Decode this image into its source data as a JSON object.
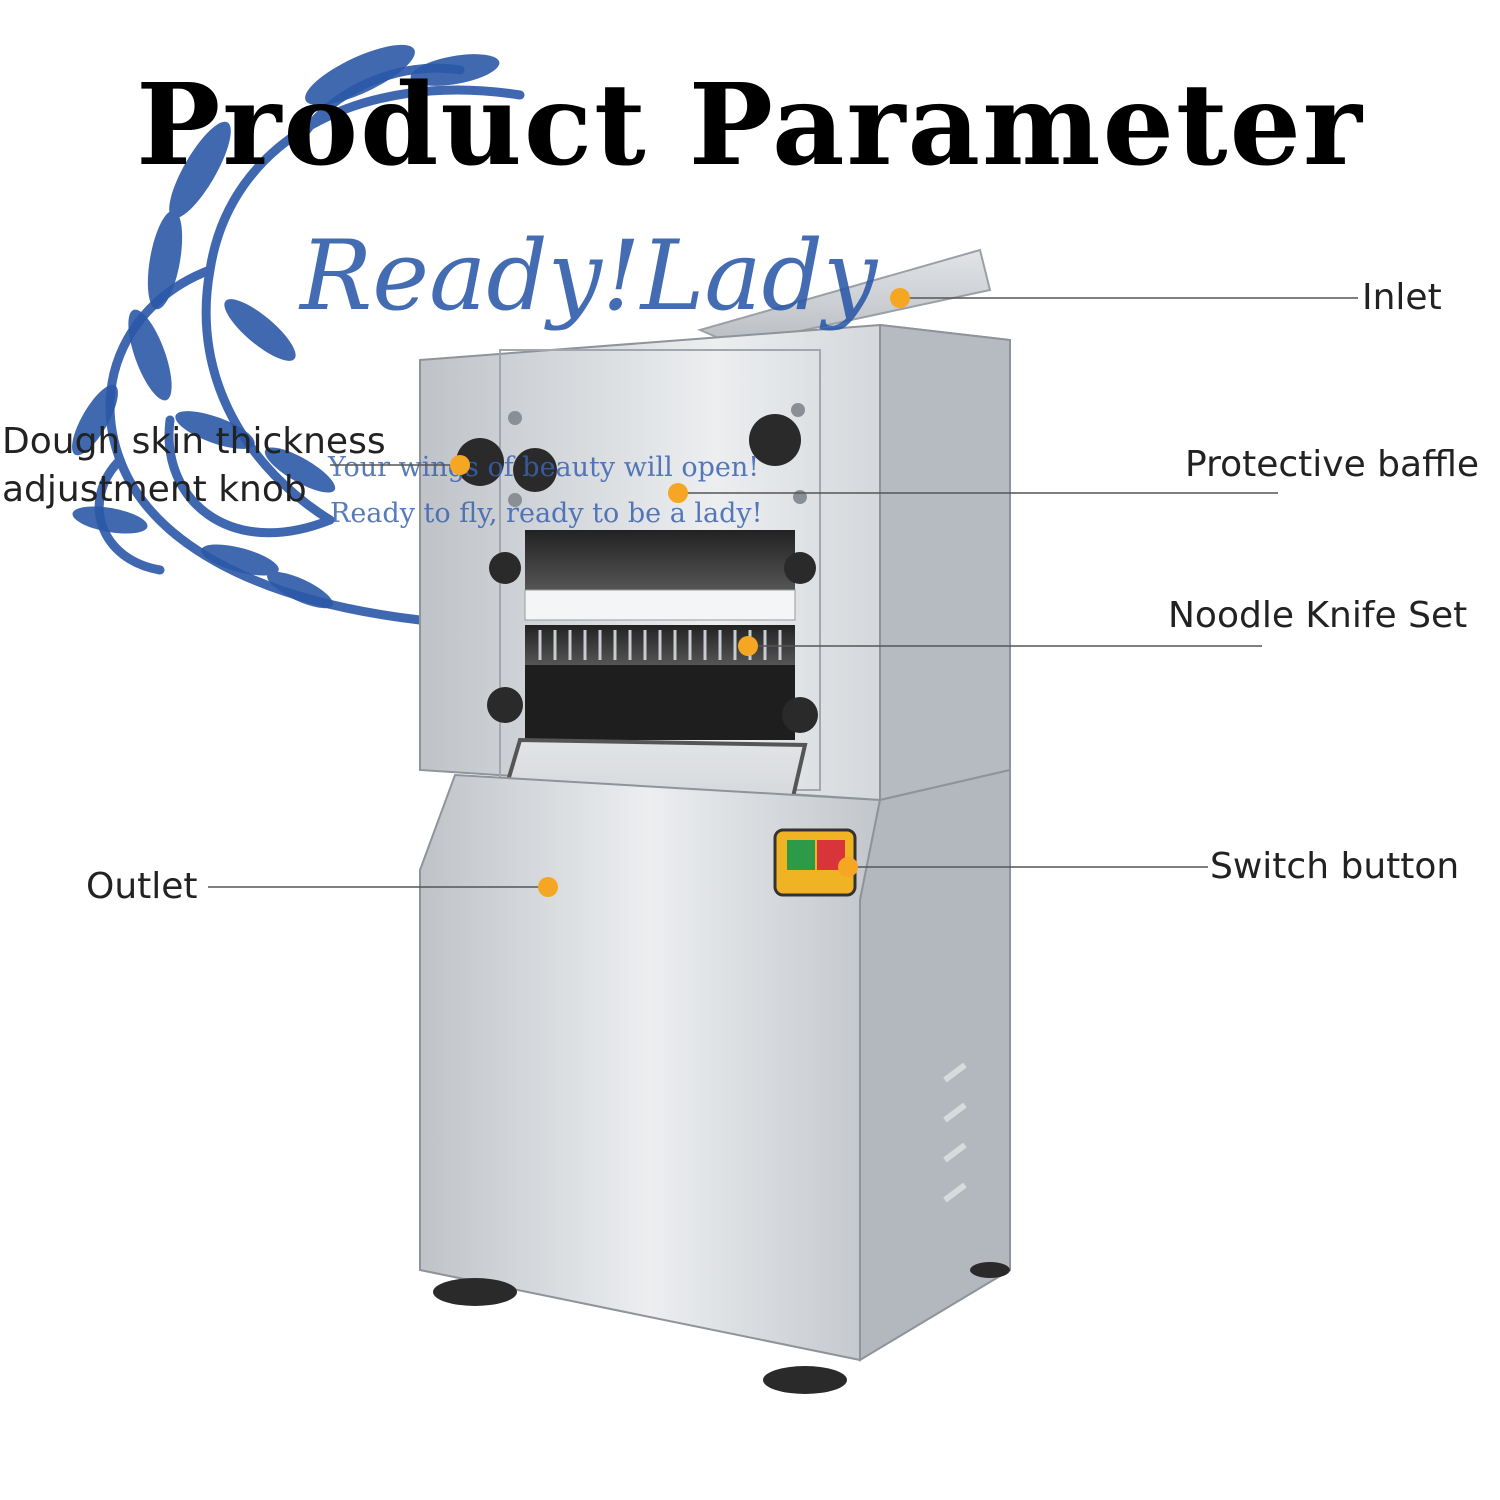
{
  "title": "Product Parameter",
  "watermark": {
    "brand": "Ready!Lady",
    "slogan_line1": "Your wings of beauty will open!",
    "slogan_line2": "Ready to fly, ready to be a lady!",
    "color": "#2b58a8"
  },
  "callouts": {
    "inlet": "Inlet",
    "knob_line1": "Dough skin thickness",
    "knob_line2": "adjustment knob",
    "baffle": "Protective baffle",
    "knife": "Noodle Knife Set",
    "outlet": "Outlet",
    "switch": "Switch button"
  },
  "colors": {
    "dot": "#f5a623",
    "steel": "#cfd2d6",
    "leader": "#555555"
  }
}
